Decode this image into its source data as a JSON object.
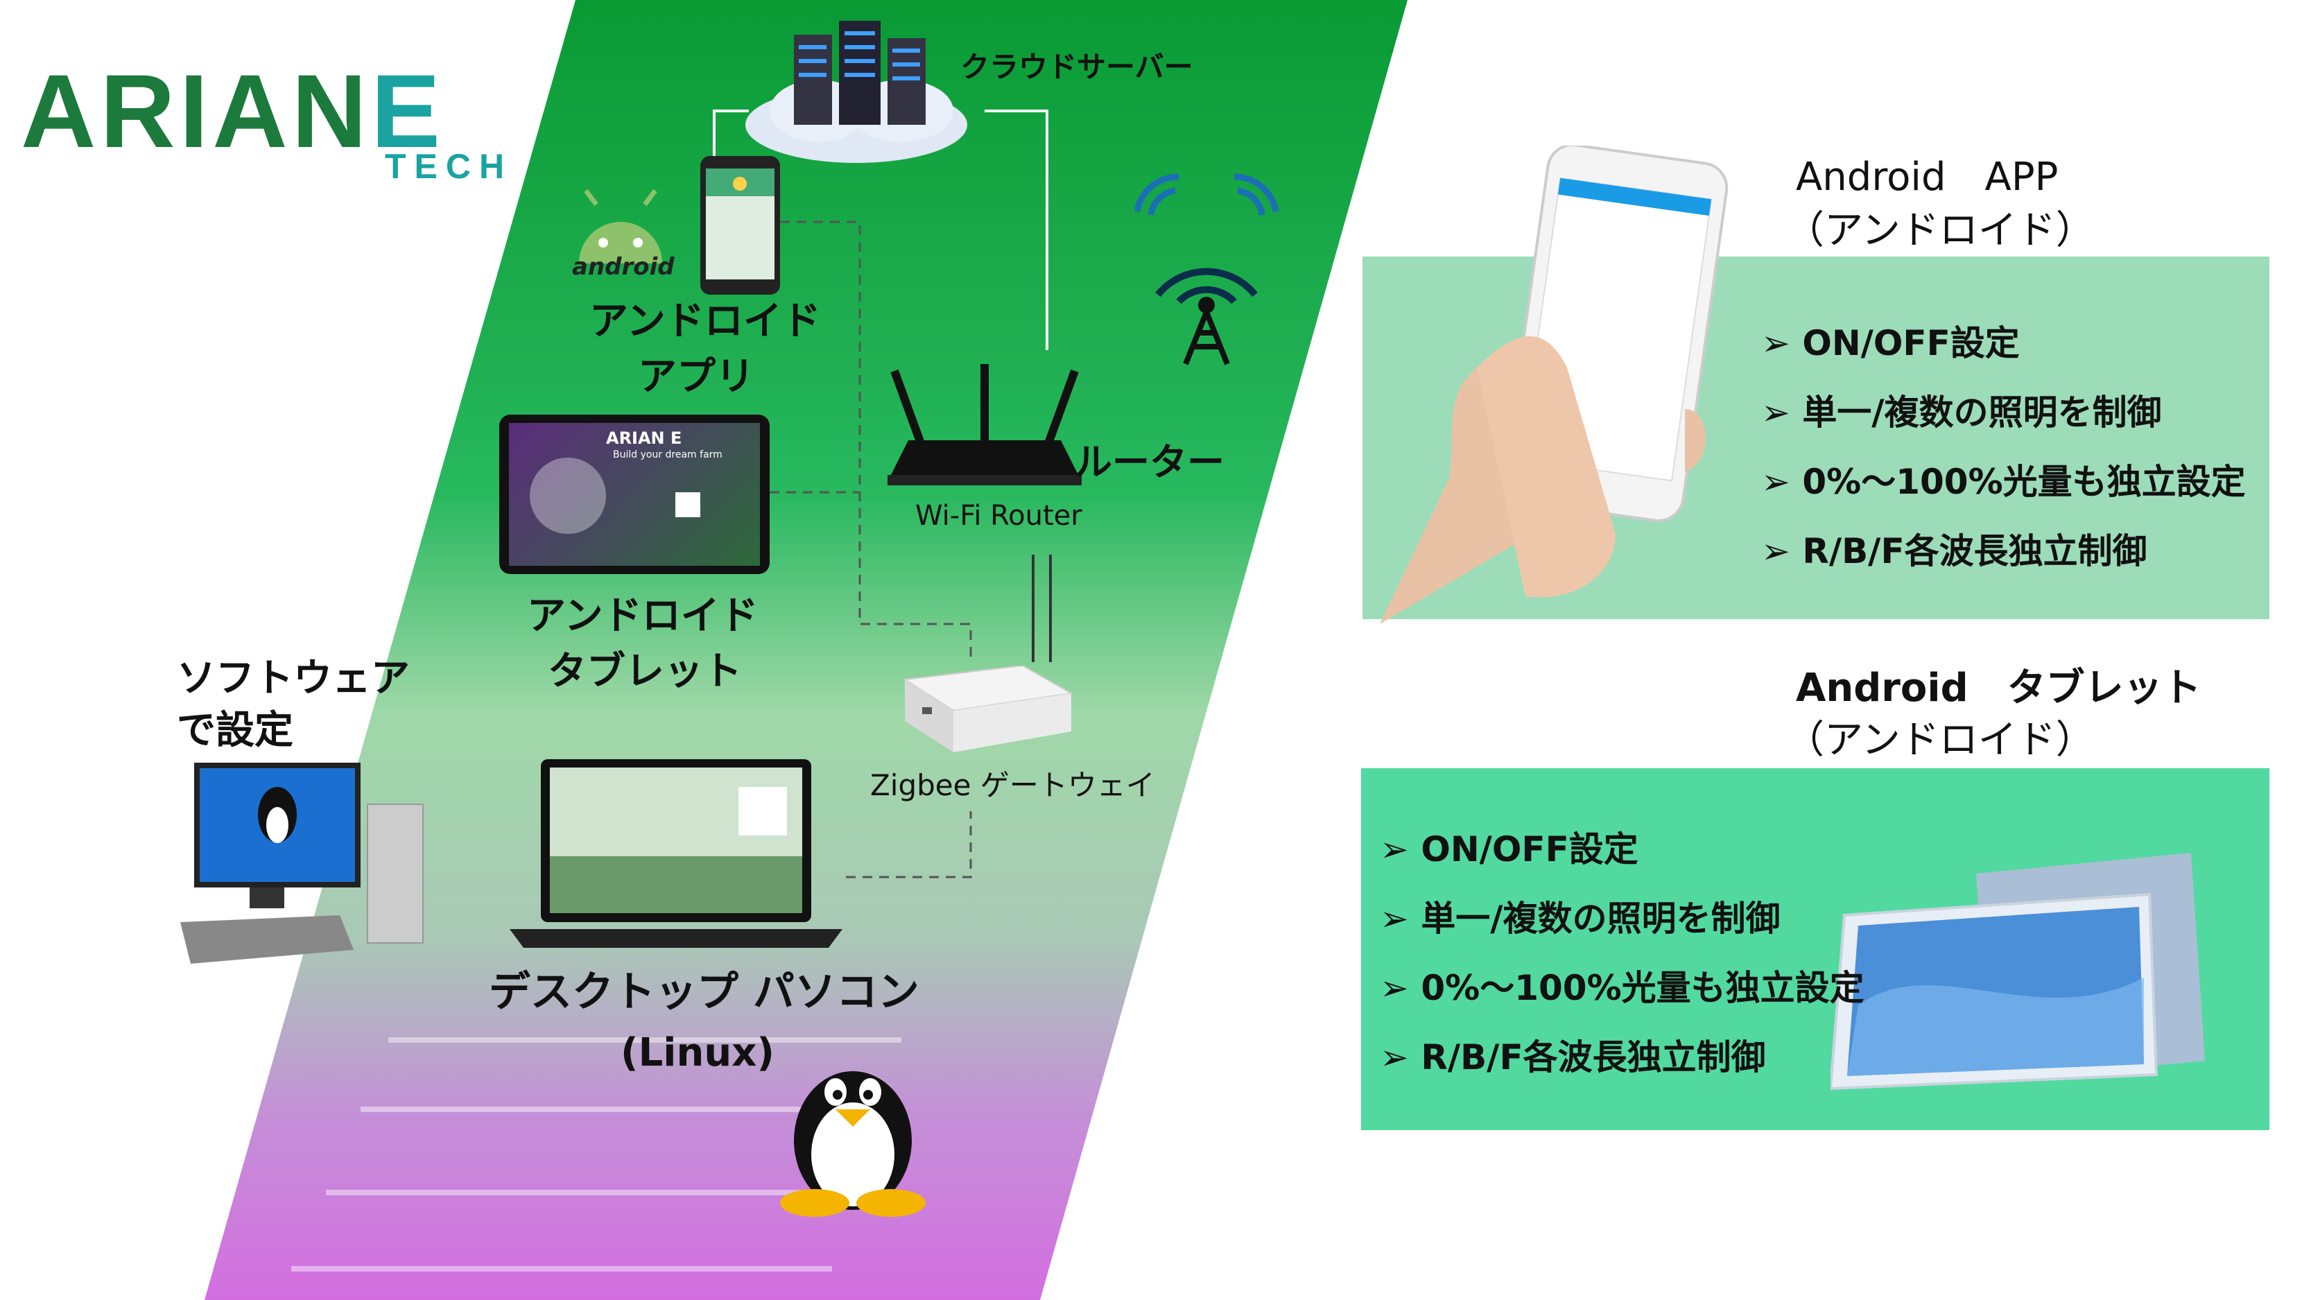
{
  "logo": {
    "main": "ARIAN",
    "suffix": "E",
    "sub": "TECH"
  },
  "diagram": {
    "cloud_server": "クラウドサーバー",
    "android_logo_text": "android",
    "android_app": [
      "アンドロイド",
      "アプリ"
    ],
    "router_label": "ルーター",
    "router_sub": "Wi-Fi Router",
    "android_tablet": [
      "アンドロイド",
      "タブレット"
    ],
    "software": [
      "ソフトウェア",
      "で設定"
    ],
    "gateway": "Zigbee ゲートウェイ",
    "desktop": "デスクトップ パソコン",
    "linux": "(Linux)",
    "tablet_screen_title": "ARIAN E",
    "tablet_screen_sub": "Build your dream farm"
  },
  "panels": {
    "app": {
      "title": "Android　APP",
      "subtitle": "（アンドロイド）",
      "items": [
        "ON/OFF設定",
        "単一/複数の照明を制御",
        "0%～100%光量も独立設定",
        "R/B/F各波長独立制御"
      ]
    },
    "tablet": {
      "title": "Android　タブレット",
      "subtitle": "（アンドロイド）",
      "items": [
        "ON/OFF設定",
        "単一/複数の照明を制御",
        "0%～100%光量も独立設定",
        "R/B/F各波長独立制御"
      ]
    }
  },
  "colors": {
    "green_top": "#0aa03a",
    "green_mid": "#2ec16a",
    "purple": "#cc66dd",
    "panel1": "#9cdcb9",
    "panel2": "#52d9a0",
    "logo_green": "#1c7a3c",
    "logo_teal": "#1aa3a0"
  }
}
